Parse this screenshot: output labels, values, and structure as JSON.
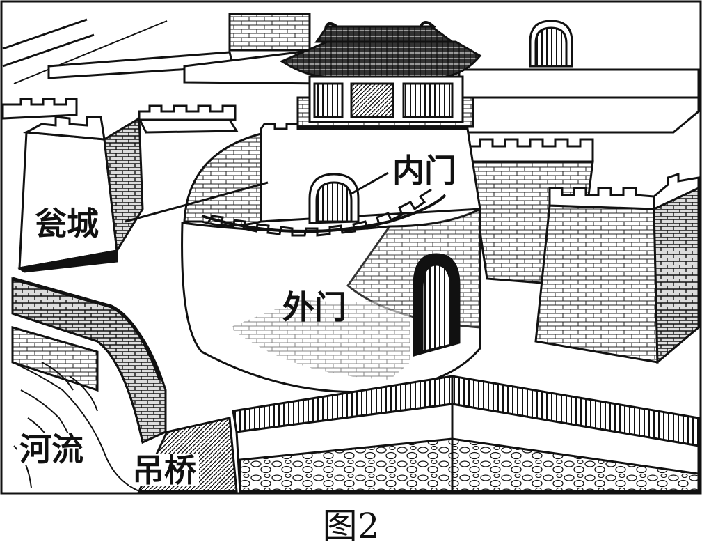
{
  "labels": {
    "wengcheng": "瓮城",
    "neimen": "内门",
    "waimen": "外门",
    "heliu": "河流",
    "diaoqiao": "吊桥"
  },
  "caption": "图2",
  "colors": {
    "ink": "#111111",
    "paper": "#ffffff",
    "brick_shade": "#3a3a3a"
  }
}
